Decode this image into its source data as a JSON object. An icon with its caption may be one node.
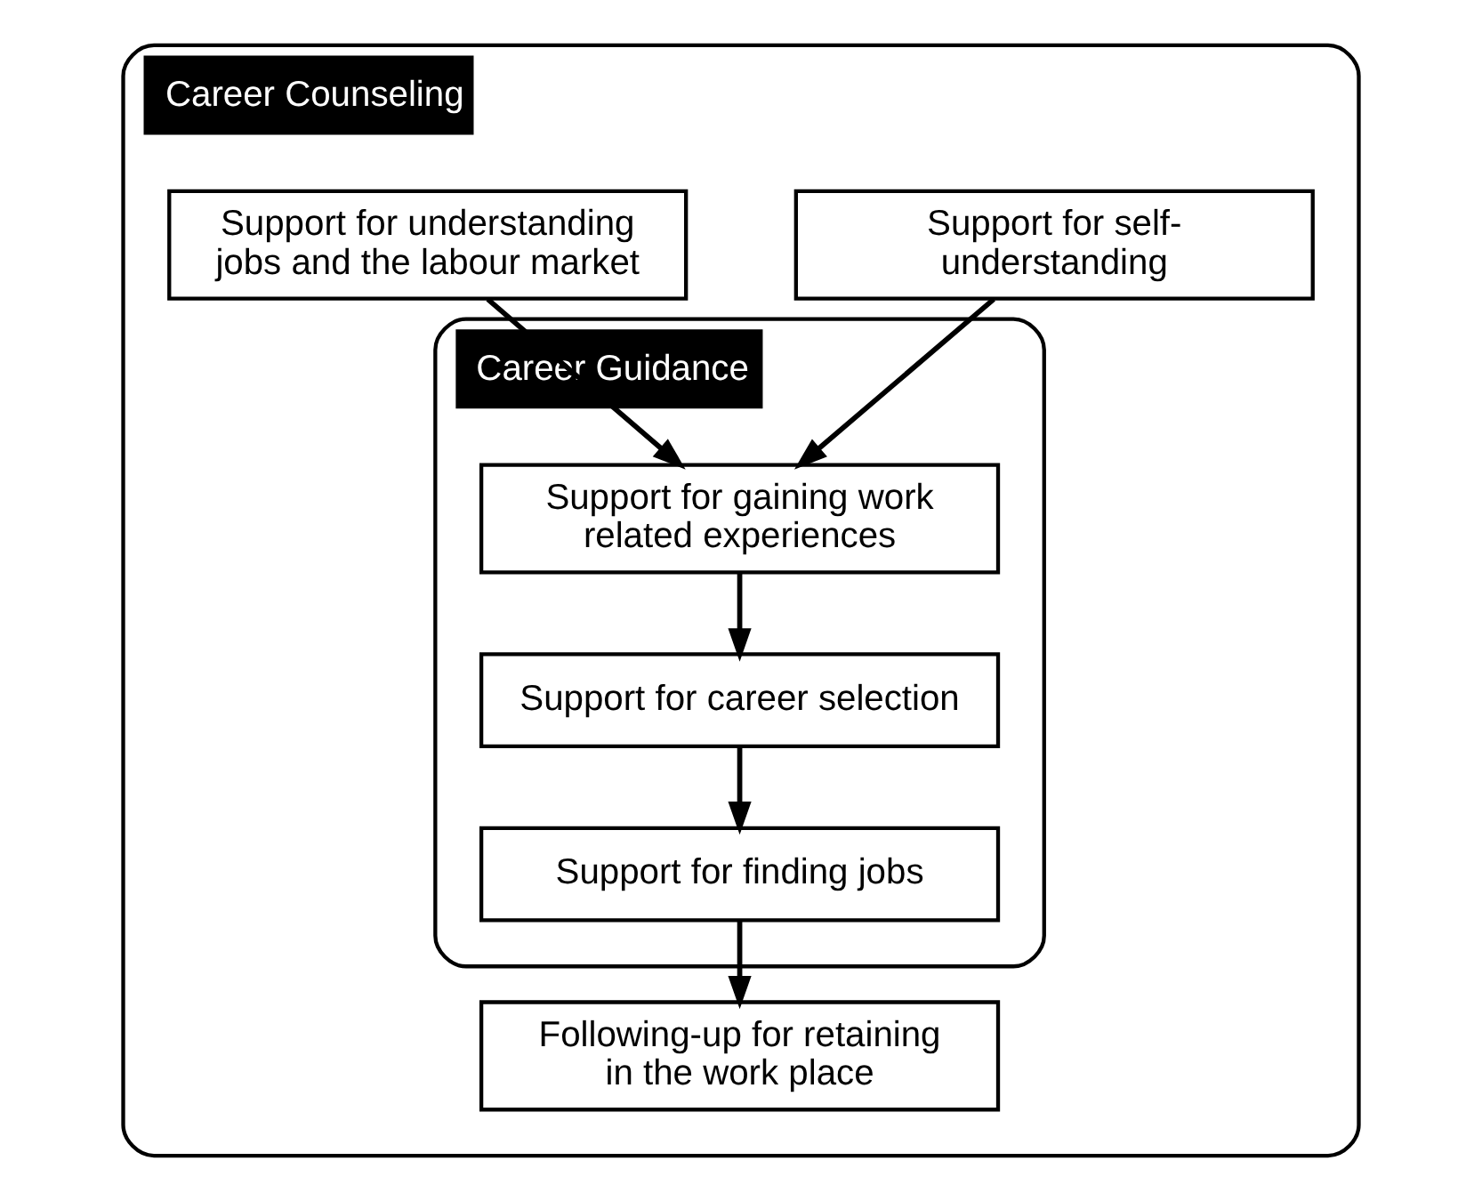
{
  "diagram": {
    "nodes": [
      {
        "text": [
          "Career Counseling"
        ]
      },
      {
        "text": [
          "Support for self-understanding"
        ],
        "in": 0
      },
      {
        "text": [
          "Support for understanding jobs and the labour market"
        ],
        "in": 0
      },
      {
        "text": [
          "Career Guidance"
        ],
        "in": 0
      },
      {
        "text": [
          "Support for gaining work related experiences"
        ],
        "in": 3
      },
      {
        "text": [
          "Support for career selection"
        ],
        "in": 3
      },
      {
        "text": [
          "Support for finding jobs"
        ],
        "in": 3
      },
      {
        "text": [
          "Following-up for retaining in the work place"
        ],
        "in": 0
      }
    ],
    "edges": [
      {
        "from": 1,
        "to": 4,
        "arrow": "to"
      },
      {
        "from": 2,
        "to": 4,
        "arrow": "to"
      },
      {
        "from": 4,
        "to": 5,
        "arrow": "to"
      },
      {
        "from": 5,
        "to": 6,
        "arrow": "to"
      },
      {
        "from": 6,
        "to": 7,
        "arrow": "to"
      }
    ]
  }
}
